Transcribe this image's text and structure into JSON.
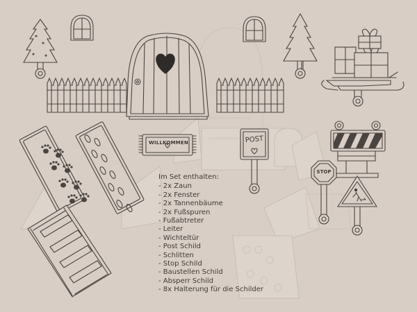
{
  "sign_welcome": {
    "text": "WILLKOMMEN"
  },
  "sign_post": {
    "text": "POST"
  },
  "sign_stop": {
    "text": "STOP"
  },
  "set_list": {
    "title": "Im Set enthalten:",
    "items": [
      "- 2x Zaun",
      "- 2x Fenster",
      "- 2x Tannenbäume",
      "- 2x Fußspuren",
      "- Fußabtreter",
      "- Leiter",
      "- Wichteltür",
      "- Post Schild",
      "- Schlitten",
      "- Stop Schild",
      "- Baustellen Schild",
      "- Absperr Schild",
      "- 8x Halterung für die Schilder"
    ]
  },
  "colors": {
    "background": "#d8cec5",
    "line": "#4a4441",
    "text": "#3f3a37"
  },
  "icons": [
    "fir-tree-icon",
    "arched-window-icon",
    "heart-icon",
    "paw-print-icon",
    "footprint-icon",
    "gift-icon",
    "construction-worker-icon"
  ]
}
